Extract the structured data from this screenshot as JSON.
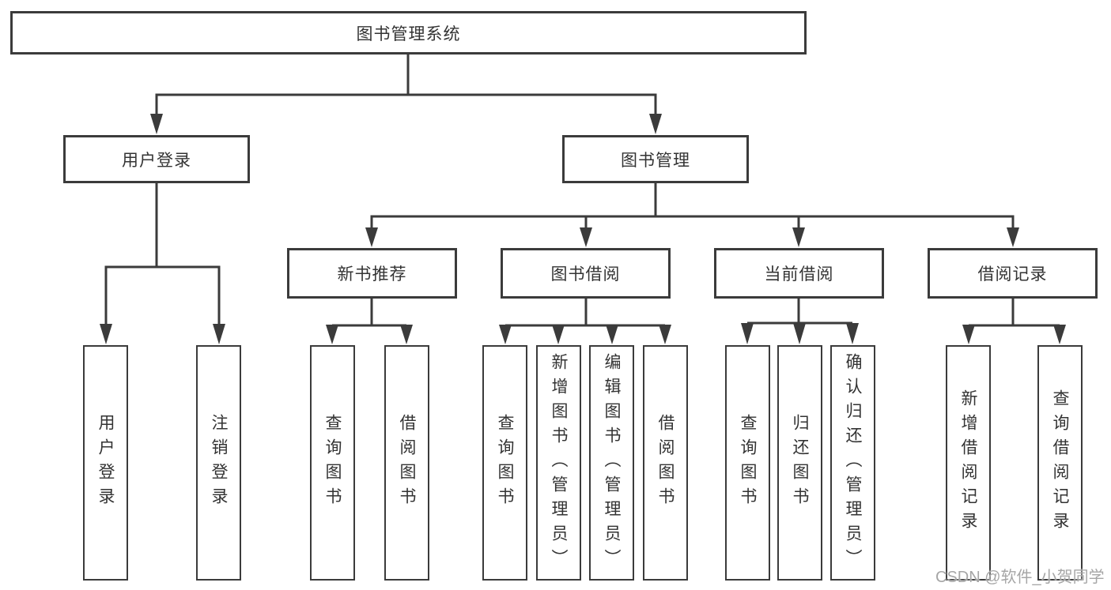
{
  "diagram": {
    "type": "tree",
    "tree": {
      "root_label": "图书管理系统",
      "branches": [
        {
          "label": "用户登录",
          "children": [
            {
              "label": "用户登录"
            },
            {
              "label": "注销登录"
            }
          ]
        },
        {
          "label": "图书管理",
          "children": [
            {
              "label": "新书推荐",
              "children": [
                {
                  "label": "查询图书"
                },
                {
                  "label": "借阅图书"
                }
              ]
            },
            {
              "label": "图书借阅",
              "children": [
                {
                  "label": "查询图书"
                },
                {
                  "label": "新增图书（管理员）"
                },
                {
                  "label": "编辑图书（管理员）"
                },
                {
                  "label": "借阅图书"
                }
              ]
            },
            {
              "label": "当前借阅",
              "children": [
                {
                  "label": "查询图书"
                },
                {
                  "label": "归还图书"
                },
                {
                  "label": "确认归还（管理员）"
                }
              ]
            },
            {
              "label": "借阅记录",
              "children": [
                {
                  "label": "新增借阅记录"
                },
                {
                  "label": "查询借阅记录"
                }
              ]
            }
          ]
        }
      ]
    },
    "colors": {
      "line": "#3b3b3b",
      "box_border": "#3b3b3b",
      "text": "#333333",
      "background": "#ffffff",
      "watermark": "#a6a6a6"
    }
  },
  "watermark": {
    "text": "CSDN @软件_小贺同学"
  }
}
